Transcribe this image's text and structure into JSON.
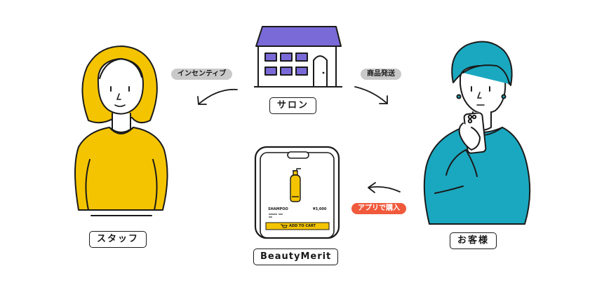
{
  "nodes": {
    "salon": "サロン",
    "staff": "スタッフ",
    "customer": "お客様",
    "app": "BeautyMerit"
  },
  "flows": {
    "incentive": "インセンティブ",
    "shipping": "商品発送",
    "purchase": "アプリで購入"
  },
  "phone_screen": {
    "product_name": "SHAMPOO",
    "price": "¥3,000",
    "cart_button": "ADD TO CART"
  },
  "colors": {
    "staff_yellow": "#f4c400",
    "customer_teal": "#1aa8c0",
    "salon_roof": "#7a6ad8",
    "purchase_red": "#f05a3c",
    "pill_grey": "#c9c9c9"
  },
  "icons": [
    "salon-building-icon",
    "smartphone-icon",
    "shampoo-bottle-icon",
    "cart-icon",
    "arrow-icon"
  ]
}
